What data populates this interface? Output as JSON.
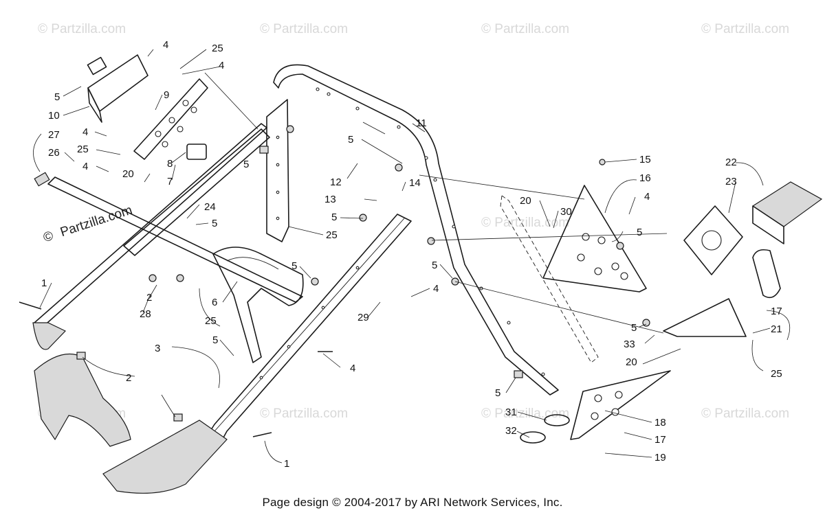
{
  "watermark": "© Partzilla.com",
  "watermark_inline": "Partzilla.com",
  "footer": "Page design © 2004-2017 by ARI Network Services, Inc.",
  "callouts": [
    {
      "n": "4"
    },
    {
      "n": "25"
    },
    {
      "n": "4"
    },
    {
      "n": "5"
    },
    {
      "n": "10"
    },
    {
      "n": "9"
    },
    {
      "n": "27"
    },
    {
      "n": "4"
    },
    {
      "n": "26"
    },
    {
      "n": "25"
    },
    {
      "n": "8"
    },
    {
      "n": "4"
    },
    {
      "n": "20"
    },
    {
      "n": "7"
    },
    {
      "n": "5"
    },
    {
      "n": "11"
    },
    {
      "n": "5"
    },
    {
      "n": "12"
    },
    {
      "n": "14"
    },
    {
      "n": "13"
    },
    {
      "n": "15"
    },
    {
      "n": "16"
    },
    {
      "n": "4"
    },
    {
      "n": "22"
    },
    {
      "n": "23"
    },
    {
      "n": "20"
    },
    {
      "n": "30"
    },
    {
      "n": "5"
    },
    {
      "n": "24"
    },
    {
      "n": "5"
    },
    {
      "n": "5"
    },
    {
      "n": "25"
    },
    {
      "n": "5"
    },
    {
      "n": "5"
    },
    {
      "n": "4"
    },
    {
      "n": "1"
    },
    {
      "n": "2"
    },
    {
      "n": "28"
    },
    {
      "n": "6"
    },
    {
      "n": "29"
    },
    {
      "n": "17"
    },
    {
      "n": "5"
    },
    {
      "n": "21"
    },
    {
      "n": "33"
    },
    {
      "n": "25"
    },
    {
      "n": "20"
    },
    {
      "n": "3"
    },
    {
      "n": "25"
    },
    {
      "n": "5"
    },
    {
      "n": "4"
    },
    {
      "n": "2"
    },
    {
      "n": "5"
    },
    {
      "n": "31"
    },
    {
      "n": "18"
    },
    {
      "n": "32"
    },
    {
      "n": "17"
    },
    {
      "n": "19"
    },
    {
      "n": "1"
    }
  ]
}
